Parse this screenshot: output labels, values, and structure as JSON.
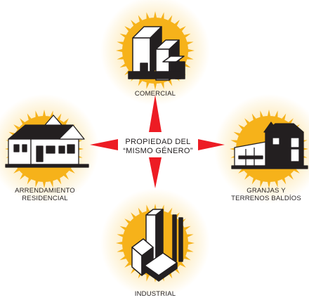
{
  "center": {
    "line1": "PROPIEDAD DEL",
    "line2": "“MISMO GÉNERO”"
  },
  "nodes": {
    "top": {
      "line1": "COMERCIAL",
      "icon": "commercial-buildings-icon"
    },
    "left": {
      "line1": "ARRENDAMIENTO",
      "line2": "RESIDENCIAL",
      "icon": "house-icon"
    },
    "right": {
      "line1": "GRANJAS Y",
      "line2": "TERRENOS BALDÍOS",
      "icon": "barn-icon"
    },
    "bottom": {
      "line1": "INDUSTRIAL",
      "icon": "factory-icon"
    }
  },
  "colors": {
    "sun": "#f6b21a",
    "sun_glow": "#fde7b0",
    "arrow": "#ed1c24",
    "ink": "#231f20"
  }
}
